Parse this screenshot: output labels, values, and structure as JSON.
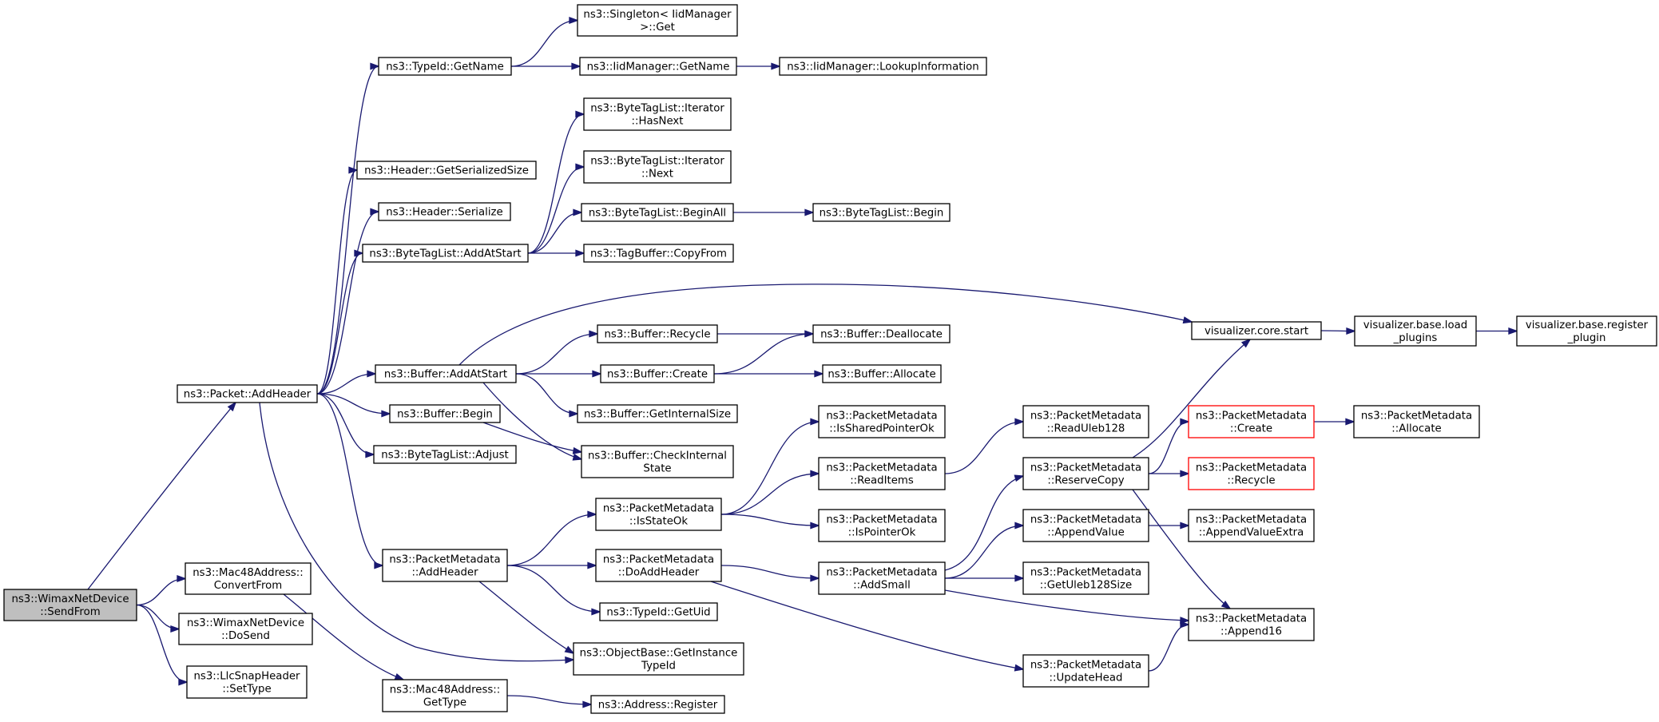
{
  "graph": {
    "edge_color": "#191970",
    "root_fill": "#bfbfbf",
    "missing_border_color": "#ff0000",
    "nodes": [
      {
        "id": "wimax_sendfrom",
        "lines": [
          "ns3::WimaxNetDevice",
          "::SendFrom"
        ],
        "style": "root"
      },
      {
        "id": "packet_addheader",
        "lines": [
          "ns3::Packet::AddHeader"
        ]
      },
      {
        "id": "mac48_convertfrom",
        "lines": [
          "ns3::Mac48Address::",
          "ConvertFrom"
        ]
      },
      {
        "id": "wimax_dosend",
        "lines": [
          "ns3::WimaxNetDevice",
          "::DoSend"
        ]
      },
      {
        "id": "llcsnap_settype",
        "lines": [
          "ns3::LlcSnapHeader",
          "::SetType"
        ]
      },
      {
        "id": "typeid_getname",
        "lines": [
          "ns3::TypeId::GetName"
        ]
      },
      {
        "id": "header_getserializedsize",
        "lines": [
          "ns3::Header::GetSerializedSize"
        ]
      },
      {
        "id": "header_serialize",
        "lines": [
          "ns3::Header::Serialize"
        ]
      },
      {
        "id": "bytetaglist_addatstart",
        "lines": [
          "ns3::ByteTagList::AddAtStart"
        ]
      },
      {
        "id": "buffer_addatstart",
        "lines": [
          "ns3::Buffer::AddAtStart"
        ]
      },
      {
        "id": "buffer_begin",
        "lines": [
          "ns3::Buffer::Begin"
        ]
      },
      {
        "id": "bytetaglist_adjust",
        "lines": [
          "ns3::ByteTagList::Adjust"
        ]
      },
      {
        "id": "pm_addheader",
        "lines": [
          "ns3::PacketMetadata",
          "::AddHeader"
        ]
      },
      {
        "id": "objectbase_getinstancetypeid",
        "lines": [
          "ns3::ObjectBase::GetInstance",
          "TypeId"
        ]
      },
      {
        "id": "mac48_gettype",
        "lines": [
          "ns3::Mac48Address::",
          "GetType"
        ]
      },
      {
        "id": "singleton_get",
        "lines": [
          "ns3::Singleton< IidManager",
          " >::Get"
        ]
      },
      {
        "id": "iidmanager_getname",
        "lines": [
          "ns3::IidManager::GetName"
        ]
      },
      {
        "id": "iidmanager_lookupinformation",
        "lines": [
          "ns3::IidManager::LookupInformation"
        ]
      },
      {
        "id": "bti_hasnext",
        "lines": [
          "ns3::ByteTagList::Iterator",
          "::HasNext"
        ]
      },
      {
        "id": "bti_next",
        "lines": [
          "ns3::ByteTagList::Iterator",
          "::Next"
        ]
      },
      {
        "id": "bytetaglist_beginall",
        "lines": [
          "ns3::ByteTagList::BeginAll"
        ]
      },
      {
        "id": "bytetaglist_begin",
        "lines": [
          "ns3::ByteTagList::Begin"
        ]
      },
      {
        "id": "tagbuffer_copyfrom",
        "lines": [
          "ns3::TagBuffer::CopyFrom"
        ]
      },
      {
        "id": "buffer_recycle",
        "lines": [
          "ns3::Buffer::Recycle"
        ]
      },
      {
        "id": "buffer_create",
        "lines": [
          "ns3::Buffer::Create"
        ]
      },
      {
        "id": "buffer_getinternalsize",
        "lines": [
          "ns3::Buffer::GetInternalSize"
        ]
      },
      {
        "id": "buffer_checkinternalstate",
        "lines": [
          "ns3::Buffer::CheckInternal",
          "State"
        ]
      },
      {
        "id": "buffer_deallocate",
        "lines": [
          "ns3::Buffer::Deallocate"
        ]
      },
      {
        "id": "buffer_allocate",
        "lines": [
          "ns3::Buffer::Allocate"
        ]
      },
      {
        "id": "visualizer_core_start",
        "lines": [
          "visualizer.core.start"
        ]
      },
      {
        "id": "visualizer_base_load_plugins",
        "lines": [
          "visualizer.base.load",
          "_plugins"
        ]
      },
      {
        "id": "visualizer_base_register_plugin",
        "lines": [
          "visualizer.base.register",
          "_plugin"
        ]
      },
      {
        "id": "pm_isstateok",
        "lines": [
          "ns3::PacketMetadata",
          "::IsStateOk"
        ]
      },
      {
        "id": "pm_doaddheader",
        "lines": [
          "ns3::PacketMetadata",
          "::DoAddHeader"
        ]
      },
      {
        "id": "typeid_getuid",
        "lines": [
          "ns3::TypeId::GetUid"
        ]
      },
      {
        "id": "address_register",
        "lines": [
          "ns3::Address::Register"
        ]
      },
      {
        "id": "pm_issharedpointerok",
        "lines": [
          "ns3::PacketMetadata",
          "::IsSharedPointerOk"
        ]
      },
      {
        "id": "pm_readitems",
        "lines": [
          "ns3::PacketMetadata",
          "::ReadItems"
        ]
      },
      {
        "id": "pm_ispointerok",
        "lines": [
          "ns3::PacketMetadata",
          "::IsPointerOk"
        ]
      },
      {
        "id": "pm_addsmall",
        "lines": [
          "ns3::PacketMetadata",
          "::AddSmall"
        ]
      },
      {
        "id": "pm_readuleb128",
        "lines": [
          "ns3::PacketMetadata",
          "::ReadUleb128"
        ]
      },
      {
        "id": "pm_reservecopy",
        "lines": [
          "ns3::PacketMetadata",
          "::ReserveCopy"
        ]
      },
      {
        "id": "pm_appendvalue",
        "lines": [
          "ns3::PacketMetadata",
          "::AppendValue"
        ]
      },
      {
        "id": "pm_getuleb128size",
        "lines": [
          "ns3::PacketMetadata",
          "::GetUleb128Size"
        ]
      },
      {
        "id": "pm_updatehead",
        "lines": [
          "ns3::PacketMetadata",
          "::UpdateHead"
        ]
      },
      {
        "id": "pm_create",
        "lines": [
          "ns3::PacketMetadata",
          "::Create"
        ],
        "style": "missing"
      },
      {
        "id": "pm_recycle",
        "lines": [
          "ns3::PacketMetadata",
          "::Recycle"
        ],
        "style": "missing"
      },
      {
        "id": "pm_appendvalueextra",
        "lines": [
          "ns3::PacketMetadata",
          "::AppendValueExtra"
        ]
      },
      {
        "id": "pm_append16",
        "lines": [
          "ns3::PacketMetadata",
          "::Append16"
        ]
      },
      {
        "id": "pm_allocate",
        "lines": [
          "ns3::PacketMetadata",
          "::Allocate"
        ]
      }
    ],
    "edges": [
      [
        "wimax_sendfrom",
        "packet_addheader"
      ],
      [
        "wimax_sendfrom",
        "mac48_convertfrom"
      ],
      [
        "wimax_sendfrom",
        "wimax_dosend"
      ],
      [
        "wimax_sendfrom",
        "llcsnap_settype"
      ],
      [
        "packet_addheader",
        "typeid_getname"
      ],
      [
        "packet_addheader",
        "header_getserializedsize"
      ],
      [
        "packet_addheader",
        "header_serialize"
      ],
      [
        "packet_addheader",
        "bytetaglist_addatstart"
      ],
      [
        "packet_addheader",
        "buffer_addatstart"
      ],
      [
        "packet_addheader",
        "buffer_begin"
      ],
      [
        "packet_addheader",
        "bytetaglist_adjust"
      ],
      [
        "packet_addheader",
        "pm_addheader"
      ],
      [
        "packet_addheader",
        "objectbase_getinstancetypeid"
      ],
      [
        "mac48_convertfrom",
        "mac48_gettype"
      ],
      [
        "typeid_getname",
        "singleton_get"
      ],
      [
        "typeid_getname",
        "iidmanager_getname"
      ],
      [
        "iidmanager_getname",
        "iidmanager_lookupinformation"
      ],
      [
        "bytetaglist_addatstart",
        "bti_hasnext"
      ],
      [
        "bytetaglist_addatstart",
        "bti_next"
      ],
      [
        "bytetaglist_addatstart",
        "bytetaglist_beginall"
      ],
      [
        "bytetaglist_addatstart",
        "tagbuffer_copyfrom"
      ],
      [
        "bytetaglist_beginall",
        "bytetaglist_begin"
      ],
      [
        "buffer_addatstart",
        "visualizer_core_start"
      ],
      [
        "buffer_addatstart",
        "buffer_recycle"
      ],
      [
        "buffer_addatstart",
        "buffer_create"
      ],
      [
        "buffer_addatstart",
        "buffer_getinternalsize"
      ],
      [
        "buffer_addatstart",
        "buffer_checkinternalstate"
      ],
      [
        "buffer_begin",
        "buffer_checkinternalstate"
      ],
      [
        "buffer_recycle",
        "buffer_deallocate"
      ],
      [
        "buffer_create",
        "buffer_deallocate"
      ],
      [
        "buffer_create",
        "buffer_allocate"
      ],
      [
        "visualizer_core_start",
        "visualizer_base_load_plugins"
      ],
      [
        "visualizer_base_load_plugins",
        "visualizer_base_register_plugin"
      ],
      [
        "pm_addheader",
        "pm_isstateok"
      ],
      [
        "pm_addheader",
        "pm_doaddheader"
      ],
      [
        "pm_addheader",
        "typeid_getuid"
      ],
      [
        "pm_addheader",
        "objectbase_getinstancetypeid"
      ],
      [
        "mac48_gettype",
        "address_register"
      ],
      [
        "pm_isstateok",
        "pm_issharedpointerok"
      ],
      [
        "pm_isstateok",
        "pm_readitems"
      ],
      [
        "pm_isstateok",
        "pm_ispointerok"
      ],
      [
        "pm_doaddheader",
        "pm_addsmall"
      ],
      [
        "pm_doaddheader",
        "pm_updatehead"
      ],
      [
        "pm_readitems",
        "pm_readuleb128"
      ],
      [
        "pm_addsmall",
        "pm_reservecopy"
      ],
      [
        "pm_addsmall",
        "pm_appendvalue"
      ],
      [
        "pm_addsmall",
        "pm_getuleb128size"
      ],
      [
        "pm_addsmall",
        "pm_append16"
      ],
      [
        "pm_reservecopy",
        "visualizer_core_start"
      ],
      [
        "pm_reservecopy",
        "pm_create"
      ],
      [
        "pm_reservecopy",
        "pm_recycle"
      ],
      [
        "pm_reservecopy",
        "pm_append16"
      ],
      [
        "pm_create",
        "pm_allocate"
      ],
      [
        "pm_appendvalue",
        "pm_appendvalueextra"
      ],
      [
        "pm_updatehead",
        "pm_append16"
      ]
    ]
  }
}
